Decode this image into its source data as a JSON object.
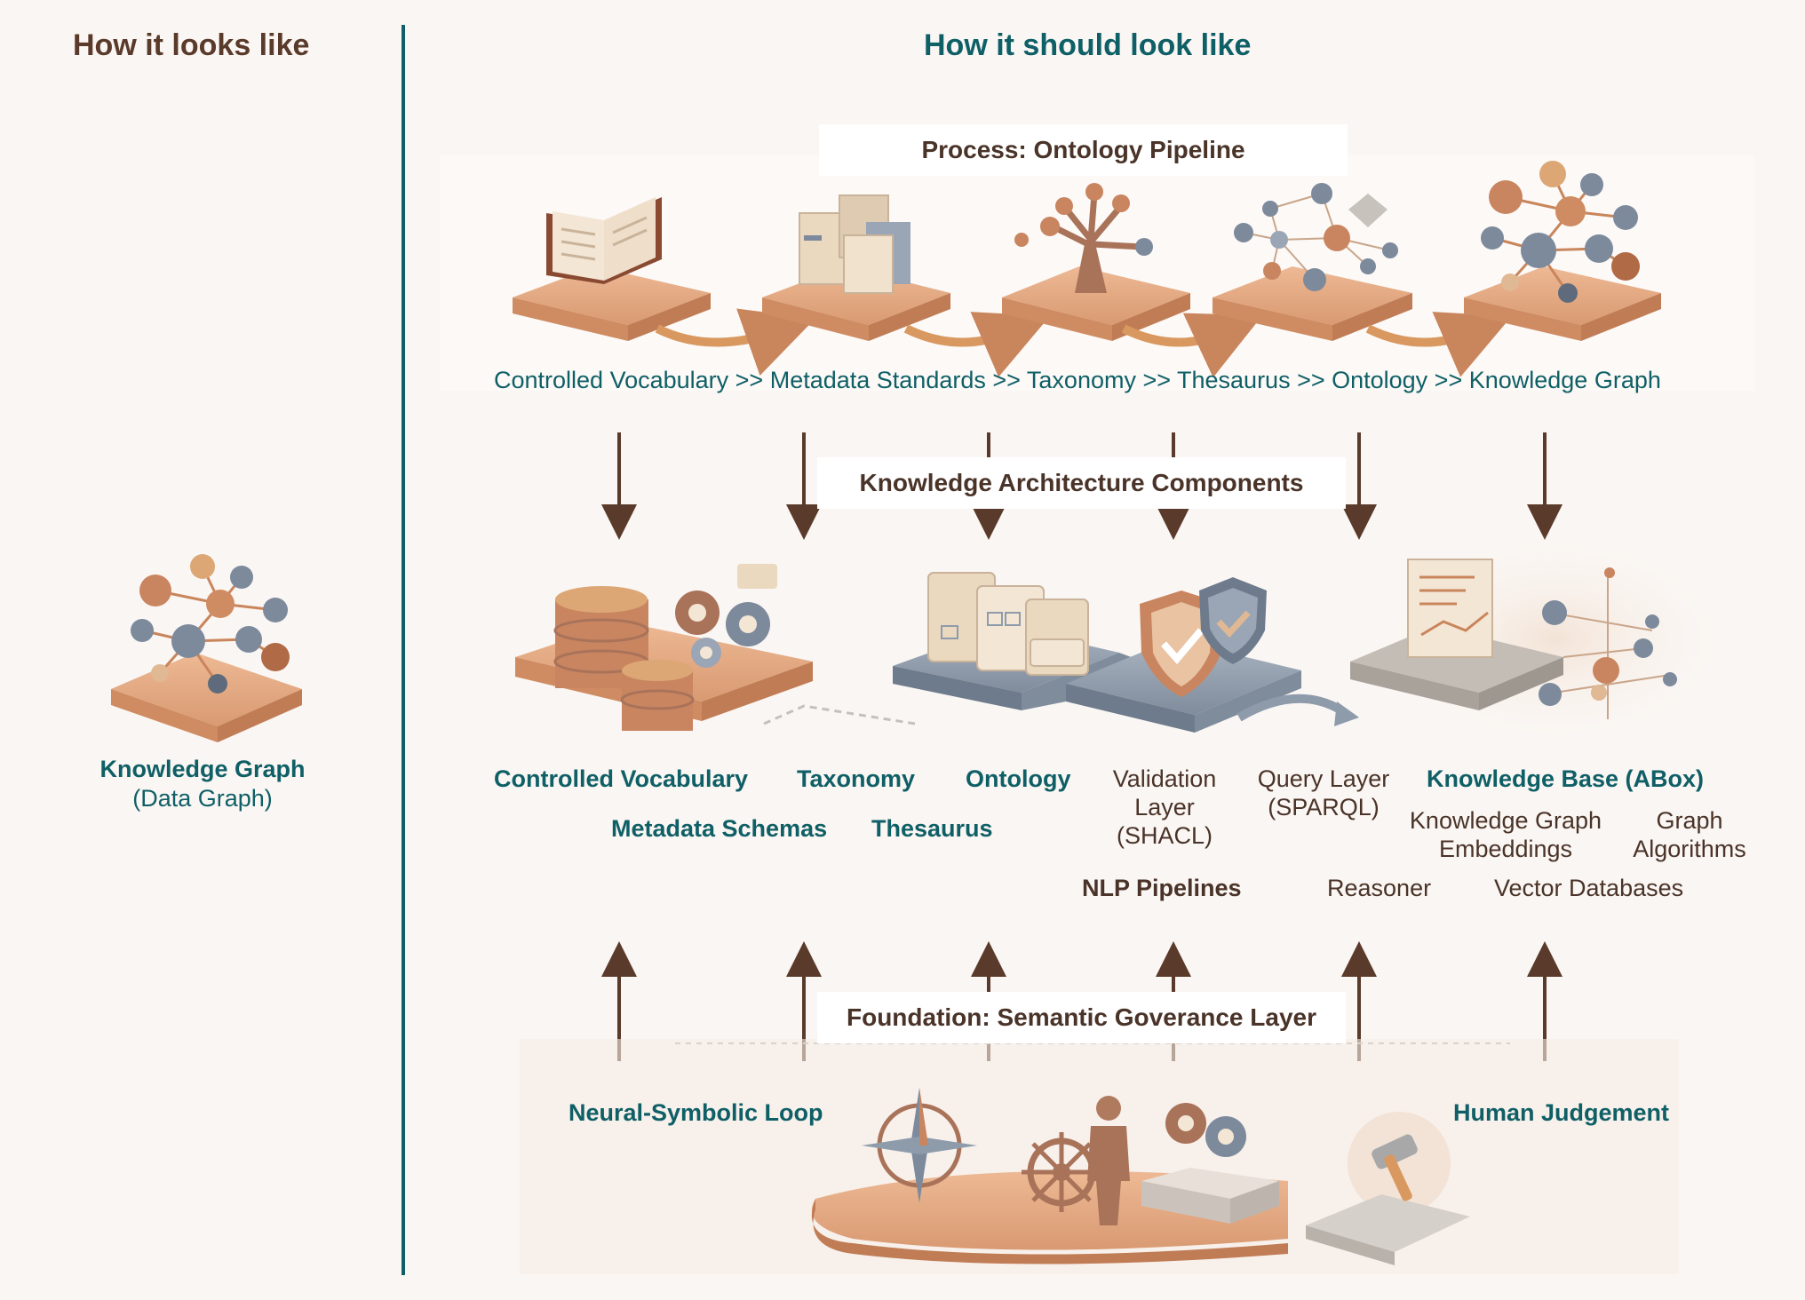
{
  "left": {
    "heading": "How it looks like",
    "kg_title": "Knowledge Graph",
    "kg_sub": "(Data Graph)"
  },
  "right": {
    "heading": "How it should look like",
    "process_title": "Process: Ontology Pipeline",
    "pipeline_text": "Controlled Vocabulary >> Metadata Standards >> Taxonomy >> Thesaurus >> Ontology >> Knowledge Graph",
    "components_title": "Knowledge Architecture Components",
    "components": {
      "controlled_vocabulary": "Controlled Vocabulary",
      "taxonomy": "Taxonomy",
      "ontology": "Ontology",
      "validation": "Validation Layer (SHACL)",
      "query": "Query Layer (SPARQL)",
      "knowledge_base": "Knowledge Base (ABox)",
      "metadata_schemas": "Metadata Schemas",
      "thesaurus": "Thesaurus",
      "kg_embeddings": "Knowledge Graph Embeddings",
      "graph_algorithms": "Graph Algorithms",
      "nlp": "NLP Pipelines",
      "reasoner": "Reasoner",
      "vector_db": "Vector Databases"
    },
    "foundation_title": "Foundation: Semantic Goverance Layer",
    "neural_symbolic": "Neural-Symbolic Loop",
    "human_judgement": "Human Judgement"
  },
  "colors": {
    "teal": "#0f5f66",
    "brown": "#5a3a2a",
    "platform": "#e0a47e",
    "slate": "#8e9bab",
    "background": "#faf6f3"
  },
  "icons": [
    "book-icon",
    "documents-icon",
    "tree-icon",
    "network-icon",
    "graph-icon",
    "database-icon",
    "gears-icon",
    "cards-icon",
    "shield-check-icon",
    "document-chart-icon",
    "compass-icon",
    "ship-wheel-icon",
    "person-icon",
    "hammer-icon"
  ]
}
